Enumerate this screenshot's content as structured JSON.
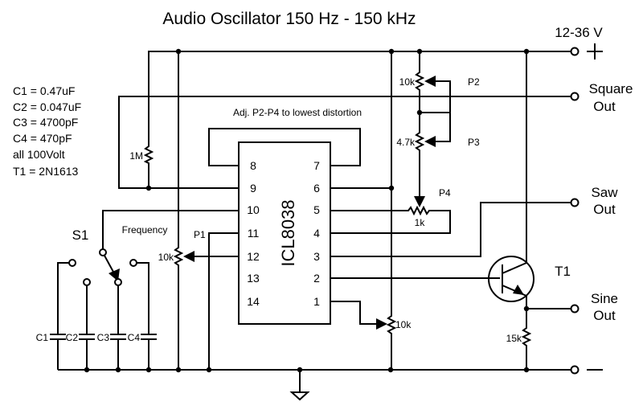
{
  "title": "Audio Oscillator 150 Hz - 150 kHz",
  "supply": {
    "label": "12-36 V",
    "plus": "+",
    "minus": "—"
  },
  "notes": [
    "C1 = 0.47uF",
    "C2 = 0.047uF",
    "C3 = 4700pF",
    "C4 = 470pF",
    "all 100Volt",
    "T1 = 2N1613"
  ],
  "adjust_note": "Adj. P2-P4 to lowest distortion",
  "ic": {
    "name": "ICL8038",
    "left_pins": [
      "8",
      "9",
      "10",
      "11",
      "12",
      "13",
      "14"
    ],
    "right_pins": [
      "7",
      "6",
      "5",
      "4",
      "3",
      "2",
      "1"
    ]
  },
  "outputs": {
    "square": [
      "Square",
      "Out"
    ],
    "saw": [
      "Saw",
      "Out"
    ],
    "sine": [
      "Sine",
      "Out"
    ]
  },
  "components": {
    "r_1m": "1M",
    "p1": {
      "name": "P1",
      "value": "10k"
    },
    "p2": {
      "name": "P2",
      "value": "10k"
    },
    "p3": {
      "name": "P3",
      "value": "4.7k"
    },
    "p4": {
      "name": "P4",
      "value": "1k"
    },
    "p_pin1": {
      "value": "10k"
    },
    "r_15k": "15k",
    "t1": "T1",
    "s1": "S1",
    "frequency": "Frequency",
    "caps": [
      "C1",
      "C2",
      "C3",
      "C4"
    ]
  }
}
